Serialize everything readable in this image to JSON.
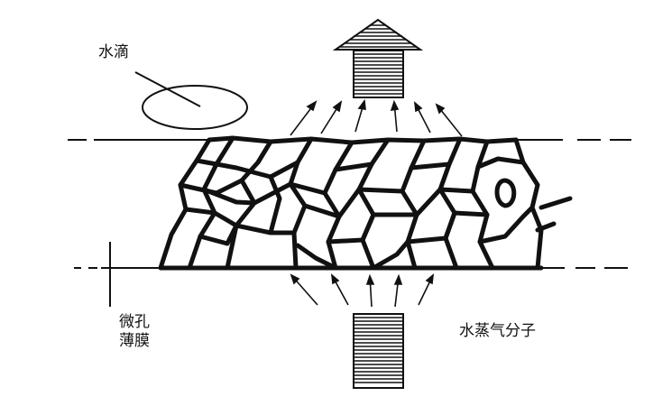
{
  "labels": {
    "water_drop": "水滴",
    "membrane_line1": "微孔",
    "membrane_line2": "薄膜",
    "water_vapor": "水蒸气分子"
  },
  "colors": {
    "ink": "#111111",
    "background": "#ffffff"
  }
}
